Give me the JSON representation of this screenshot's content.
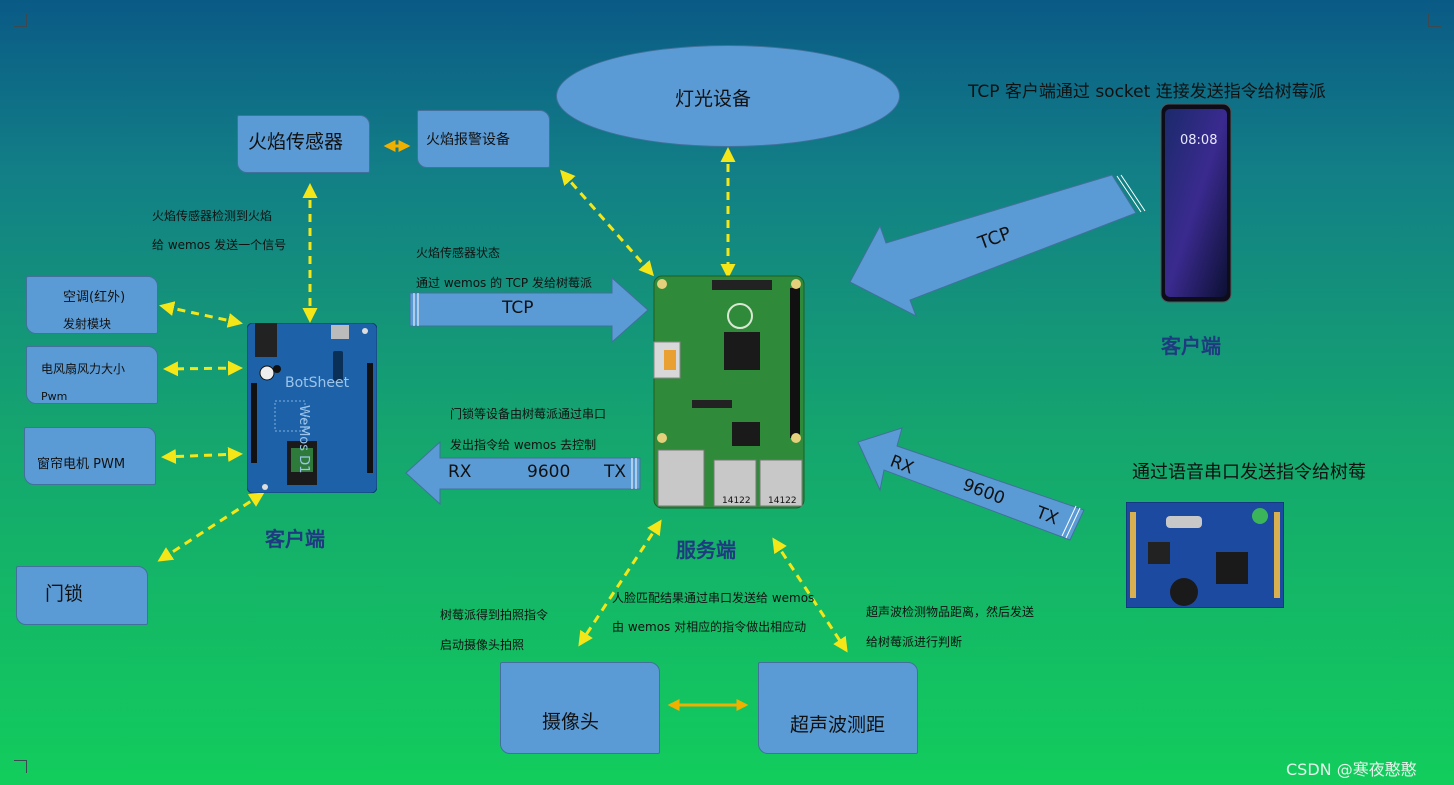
{
  "boxes": {
    "flame_sensor": "火焰传感器",
    "flame_alarm": "火焰报警设备",
    "light": "灯光设备",
    "ac_line1": "空调(红外)",
    "ac_line2": "发射模块",
    "fan_line1": "电风扇风力大小",
    "fan_line2": "Pwm",
    "curtain": "窗帘电机 PWM",
    "doorlock": "门锁",
    "camera": "摄像头",
    "ultrasonic": "超声波测距"
  },
  "labels": {
    "flame_detect_1": "火焰传感器检测到火焰",
    "flame_detect_2": "给 wemos  发送一个信号",
    "flame_state_1": "火焰传感器状态",
    "flame_state_2": "通过 wemos 的 TCP 发给树莓派",
    "doorlock_1": "门锁等设备由树莓派通过串口",
    "doorlock_2": "发出指令给 wemos 去控制",
    "tcp_client_title": "TCP 客户端通过 socket 连接发送指令给树莓派",
    "voice_title": "通过语音串口发送指令给树莓",
    "face_1": "人脸匹配结果通过串口发送给 wemos",
    "face_2": "由 wemos 对相应的指令做出相应动",
    "cam_1": "树莓派得到拍照指令",
    "cam_2": "启动摄像头拍照",
    "ultra_1": "超声波检测物品距离，然后发送",
    "ultra_2": "给树莓派进行判断",
    "watermark": "CSDN @寒夜憨憨"
  },
  "arrows": {
    "tcp_mid": "TCP",
    "rx_left": "RX",
    "baud_left": "9600",
    "tx_left": "TX",
    "tcp_right": "TCP",
    "rx_right": "RX",
    "baud_right": "9600",
    "tx_right": "TX"
  },
  "titles": {
    "client_left": "客户端",
    "server": "服务端",
    "client_right": "客户端"
  },
  "devices": {
    "wemos_board_text": "BotSheet",
    "wemos_brand": "WeMos D1",
    "phone_time": "08:08",
    "usb_label": "14122"
  },
  "colors": {
    "box_fill": "#5b9bd5",
    "dashed_arrow": "#f5e618",
    "double_arrow": "#f0b000",
    "title_color": "#1f3b80"
  }
}
